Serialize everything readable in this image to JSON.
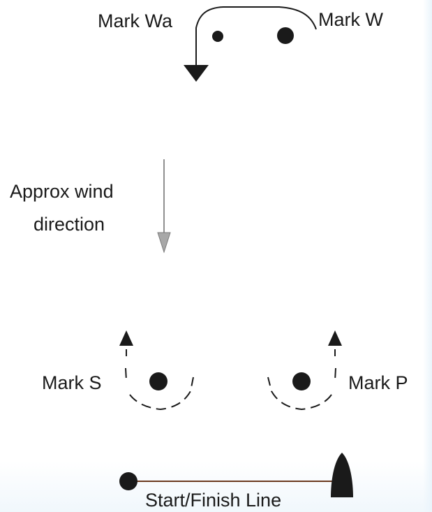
{
  "marks": {
    "wa_label": "Mark Wa",
    "w_label": "Mark W",
    "s_label": "Mark S",
    "p_label": "Mark P"
  },
  "wind": {
    "line1": "Approx wind",
    "line2": "direction"
  },
  "start_finish": {
    "label": "Start/Finish Line"
  },
  "colors": {
    "ink": "#1a1a1a",
    "line": "#6b3a1f",
    "wind_arrow": "#9e9e9e",
    "edge_tint": "#eaf4fb"
  }
}
